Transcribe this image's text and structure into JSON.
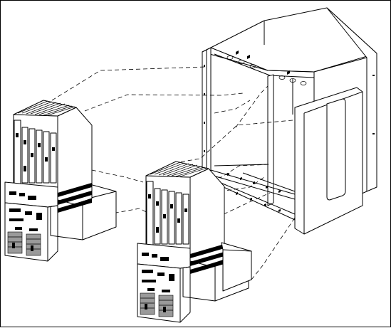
{
  "figure": {
    "description_free": true,
    "colors": {
      "line": "#000000",
      "background": "#ffffff",
      "shade": "#9a9a9a"
    },
    "components": [
      {
        "name": "server-chassis-left",
        "icon": "server-chassis-icon"
      },
      {
        "name": "server-chassis-center",
        "icon": "server-chassis-icon"
      },
      {
        "name": "cabinet-frame",
        "icon": "rack-cabinet-icon"
      }
    ],
    "connector_style": "dashed"
  }
}
